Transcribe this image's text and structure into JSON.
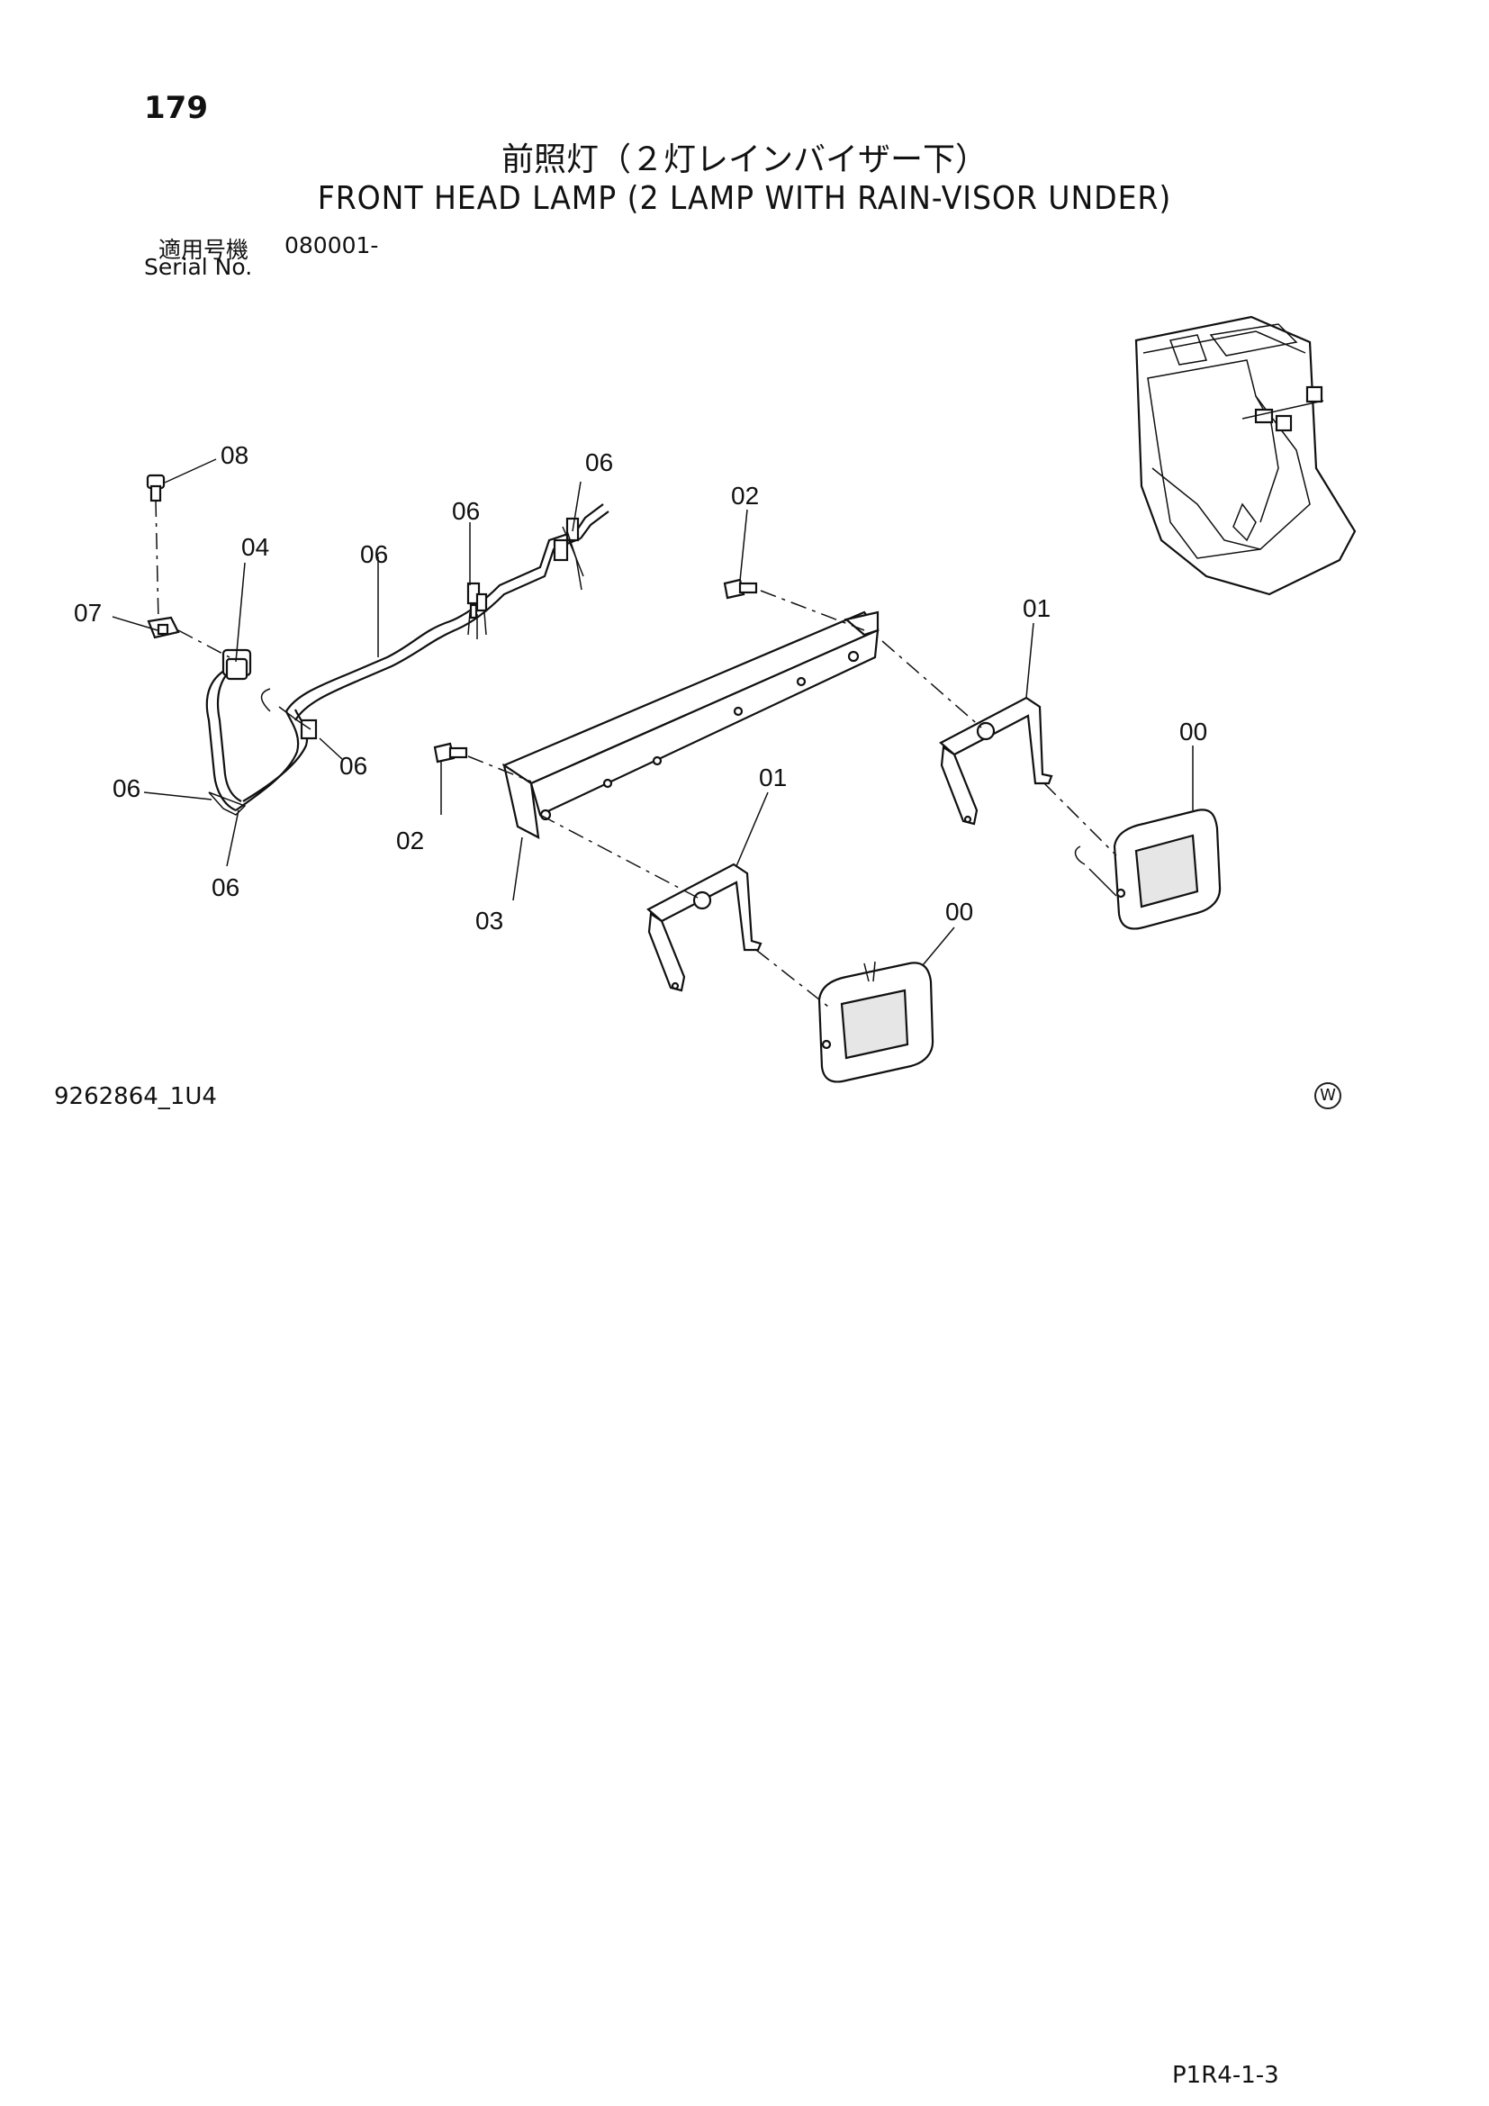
{
  "header": {
    "page_number": "179",
    "title_jp": "前照灯（２灯レインバイザー下）",
    "title_en": "FRONT HEAD LAMP (2 LAMP WITH RAIN-VISOR UNDER)",
    "serial_label_jp": "適用号機",
    "serial_value": "080001-",
    "serial_label_en": "Serial No."
  },
  "callouts": {
    "c08": "08",
    "c04": "04",
    "c07": "07",
    "c06_a": "06",
    "c06_b": "06",
    "c06_c": "06",
    "c06_d": "06",
    "c06_e": "06",
    "c06_f": "06",
    "c02_top": "02",
    "c02_bottom": "02",
    "c01_right": "01",
    "c01_left": "01",
    "c00_right": "00",
    "c00_left": "00",
    "c03": "03"
  },
  "footer": {
    "drawing_number": "9262864_1U4",
    "watermark": "W",
    "page_code": "P1R4-1-3"
  }
}
